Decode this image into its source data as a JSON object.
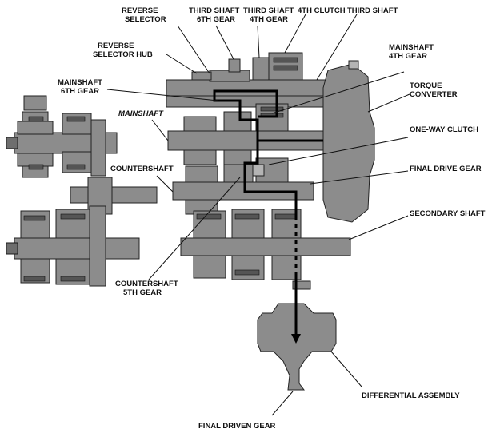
{
  "labels": {
    "reverse_selector": [
      "REVERSE",
      "SELECTOR"
    ],
    "third_shaft_6th_gear": [
      "THIRD SHAFT",
      "6TH GEAR"
    ],
    "third_shaft_4th_gear": [
      "THIRD SHAFT",
      "4TH GEAR"
    ],
    "fourth_clutch": "4TH CLUTCH",
    "third_shaft": "THIRD SHAFT",
    "reverse_selector_hub": [
      "REVERSE",
      "SELECTOR HUB"
    ],
    "mainshaft_6th_gear": [
      "MAINSHAFT",
      "6TH GEAR"
    ],
    "mainshaft_4th_gear": [
      "MAINSHAFT",
      "4TH GEAR"
    ],
    "torque_converter": [
      "TORQUE",
      "CONVERTER"
    ],
    "mainshaft": "MAINSHAFT",
    "one_way_clutch": "ONE-WAY CLUTCH",
    "countershaft": "COUNTERSHAFT",
    "final_drive_gear": "FINAL DRIVE GEAR",
    "secondary_shaft": "SECONDARY SHAFT",
    "countershaft_5th_gear": [
      "COUNTERSHAFT",
      "5TH GEAR"
    ],
    "differential_assembly": "DIFFERENTIAL ASSEMBLY",
    "final_driven_gear": "FINAL DRIVEN GEAR"
  },
  "colors": {
    "part_fill": "#8c8c8c",
    "outline": "#222222",
    "power_flow": "#000000"
  }
}
